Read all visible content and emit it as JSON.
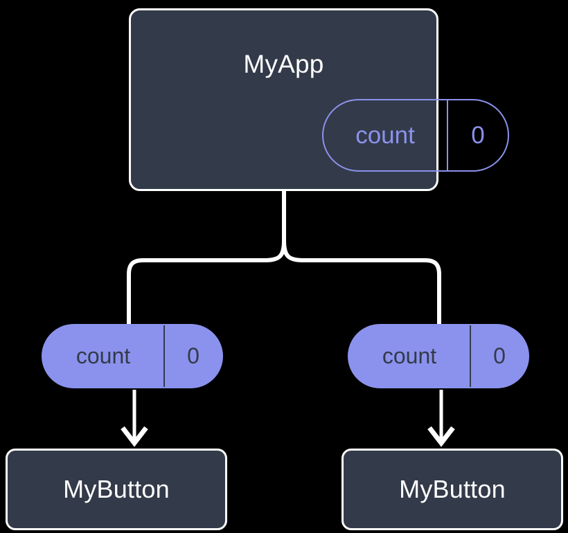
{
  "diagram": {
    "title_text": "MyApp",
    "background_color": "#000000",
    "node_fill_color": "#333A49",
    "node_border_color": "#FFFFFF",
    "accent_color": "#8B92ED",
    "edge_color": "#FFFFFF"
  },
  "root": {
    "name": "MyApp",
    "state": {
      "key": "count",
      "value": "0"
    }
  },
  "children": [
    {
      "prop": {
        "key": "count",
        "value": "0"
      },
      "name": "MyButton"
    },
    {
      "prop": {
        "key": "count",
        "value": "0"
      },
      "name": "MyButton"
    }
  ]
}
